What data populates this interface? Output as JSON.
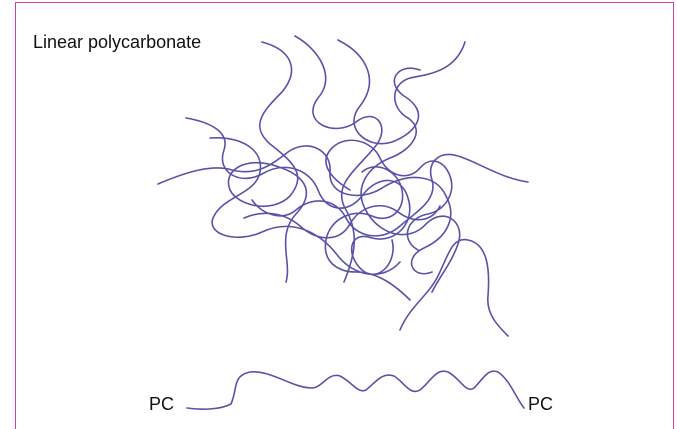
{
  "figure": {
    "title": "Linear polycarbonate",
    "chain_end_left": "PC",
    "chain_end_right": "PC",
    "stroke_color": "#5a52a8",
    "border_color": "#d63fa8"
  }
}
